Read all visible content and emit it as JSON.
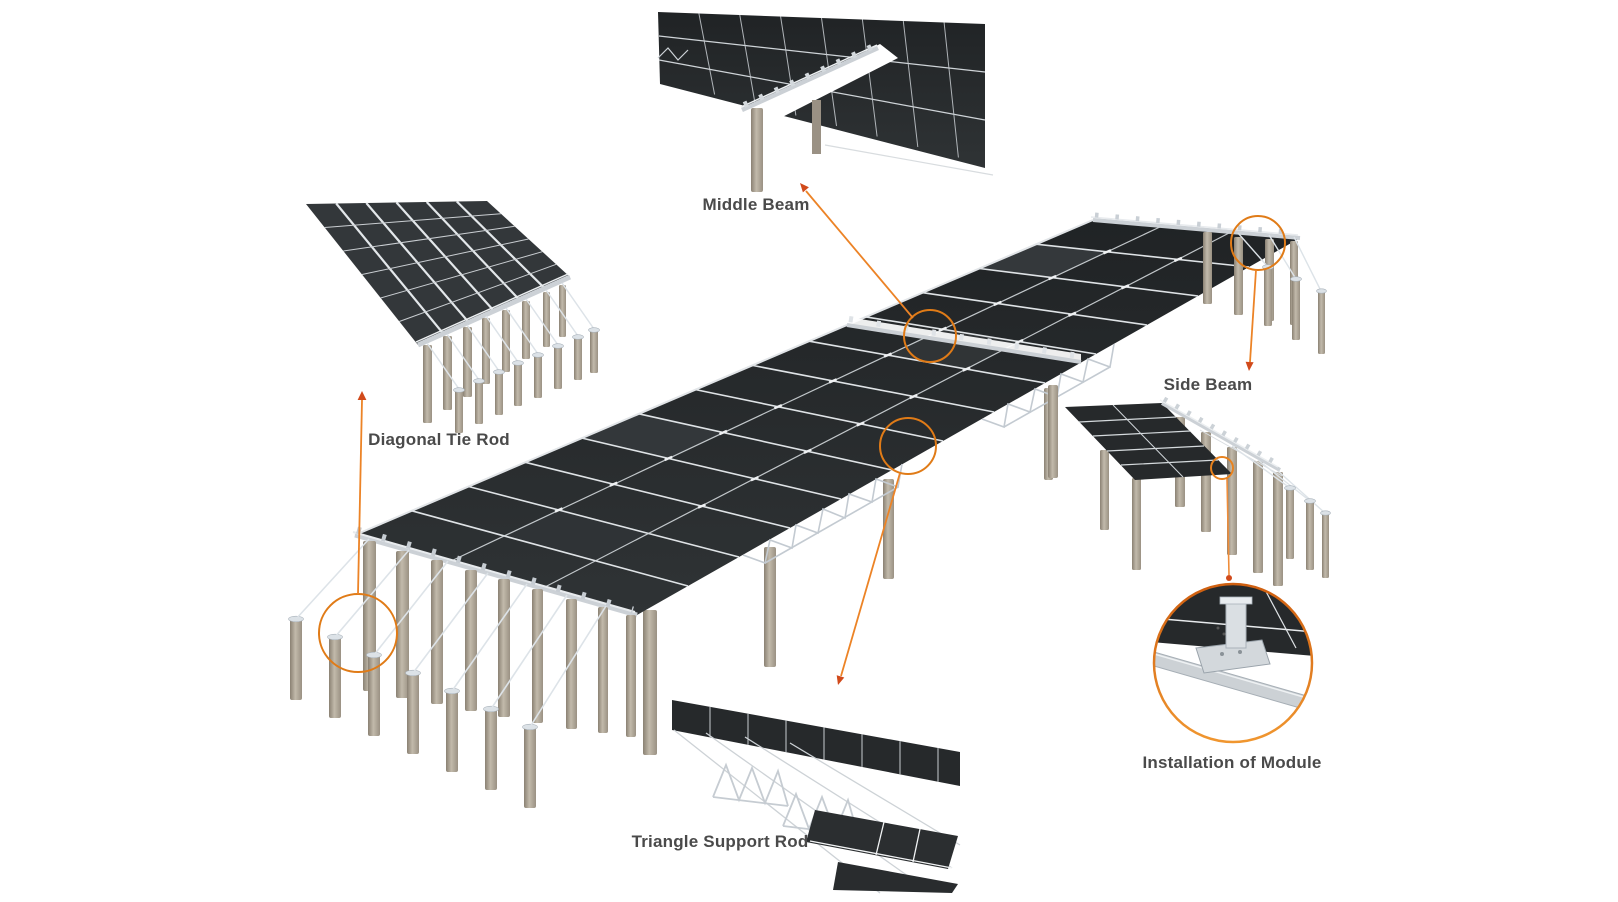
{
  "diagram": {
    "type": "solar-ground-mount-structure-annotated-overview",
    "background": "#ffffff",
    "callouts": [
      {
        "id": "middle-beam",
        "label": "Middle Beam",
        "position": "top"
      },
      {
        "id": "diagonal-tie-rod",
        "label": "Diagonal Tie Rod",
        "position": "left"
      },
      {
        "id": "side-beam",
        "label": "Side Beam",
        "position": "right"
      },
      {
        "id": "triangle-support-rod",
        "label": "Triangle Support Rod",
        "position": "bottom-center"
      },
      {
        "id": "installation-of-module",
        "label": "Installation of Module",
        "position": "bottom-right"
      }
    ],
    "colors": {
      "accent_orange": "#e8821e",
      "arrowhead_red_orange": "#d14a1b",
      "panel_dark": "#26292b",
      "rail_white": "#e8ebed",
      "beam_gray": "#ccd1d6",
      "pile_tan": "#b0a695",
      "label_text": "#4a4a4a"
    }
  }
}
